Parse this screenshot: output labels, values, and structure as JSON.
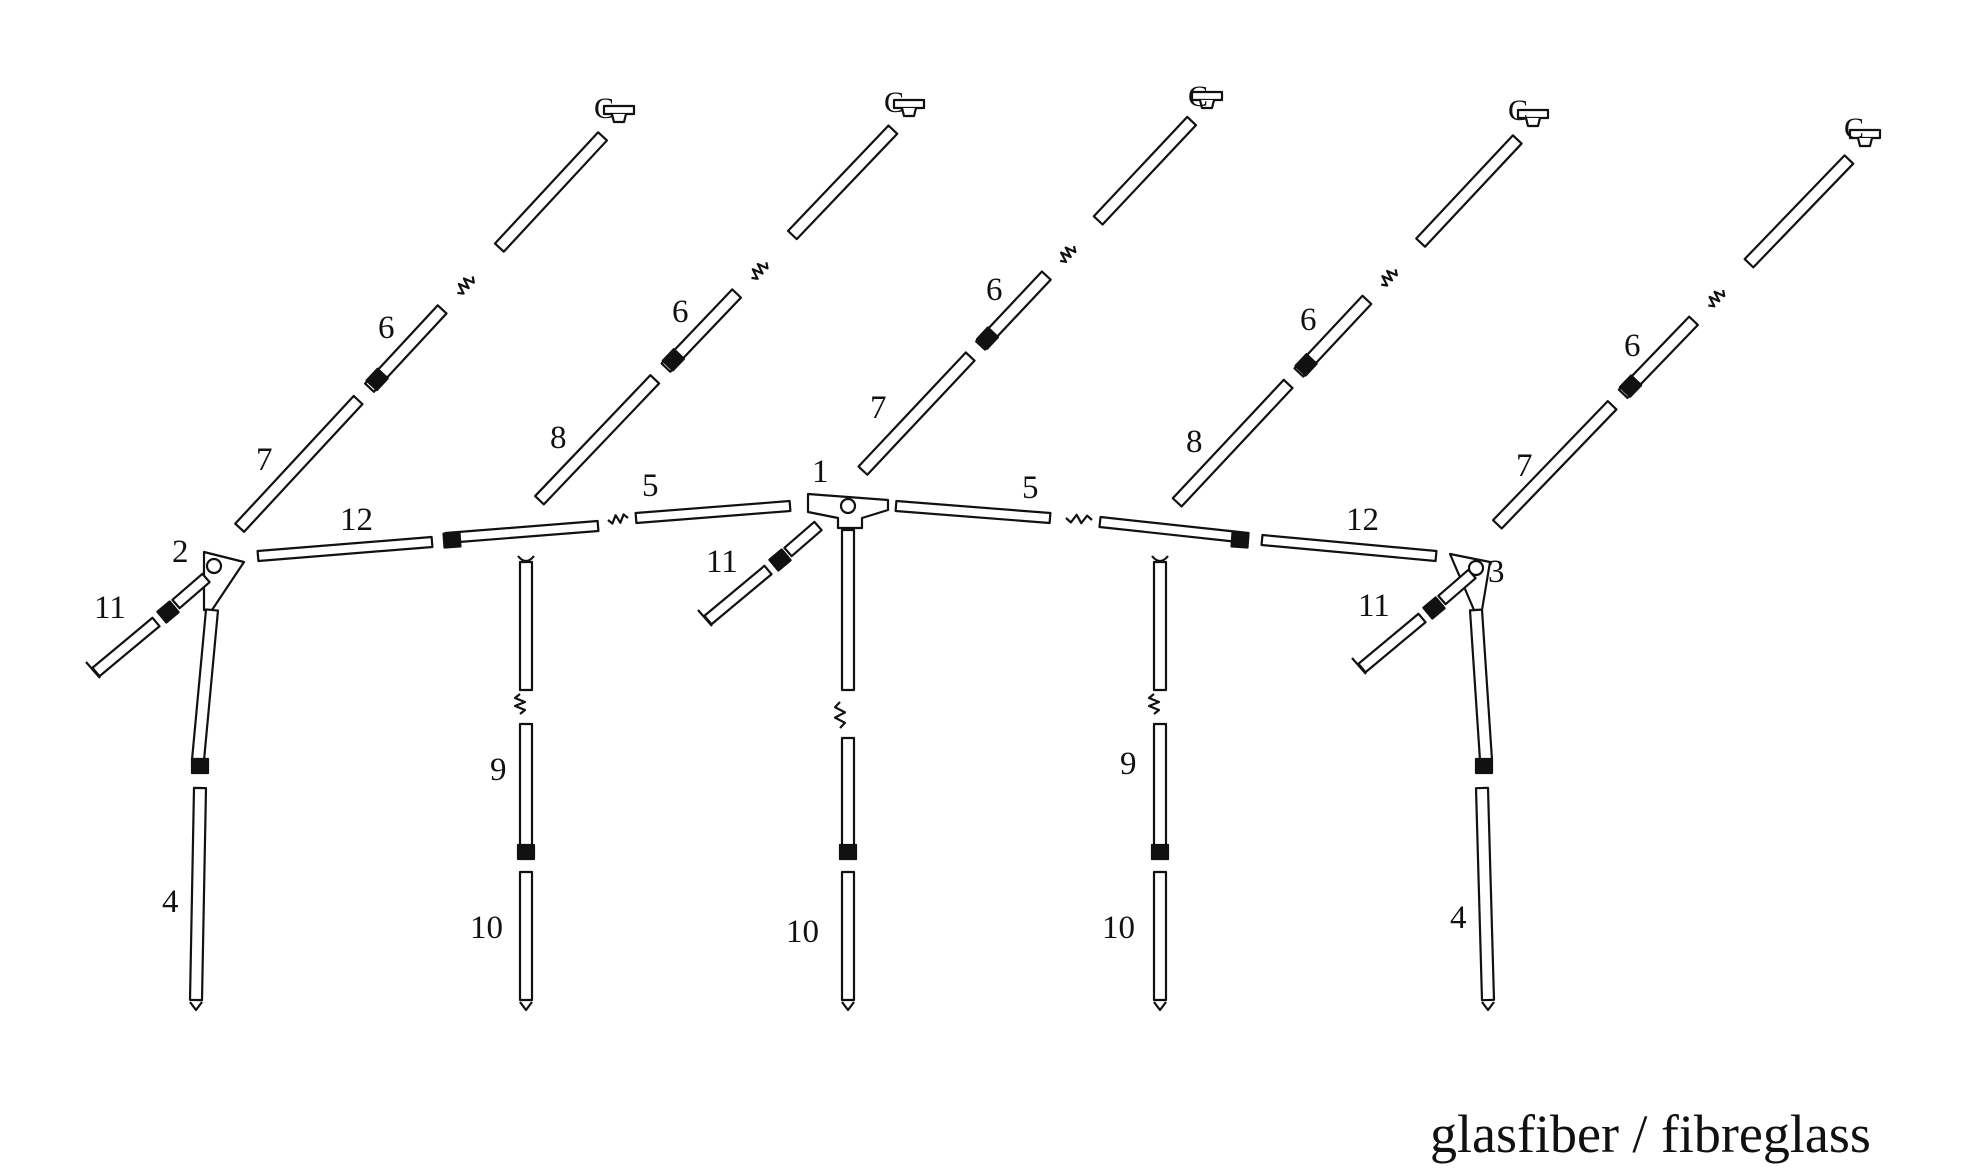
{
  "diagram": {
    "caption": "glasfiber / fibreglass",
    "part_labels": {
      "p1": "1",
      "p2": "2",
      "p3": "3",
      "p4": "4",
      "p5": "5",
      "p6": "6",
      "p7": "7",
      "p8": "8",
      "p9": "9",
      "p10": "10",
      "p11": "11",
      "p12": "12",
      "clip": "C"
    },
    "colors": {
      "stroke": "#111111",
      "fill": "#ffffff",
      "clamp": "#111111"
    }
  }
}
